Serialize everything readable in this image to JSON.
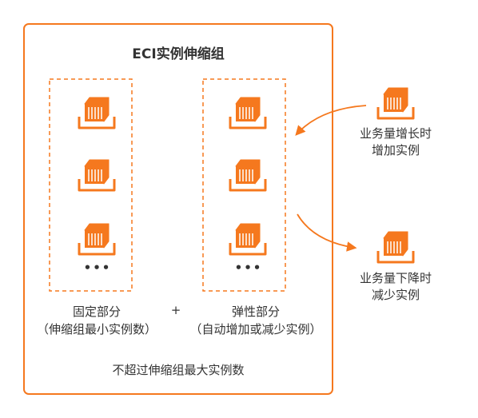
{
  "colors": {
    "accent": "#F5781E",
    "text": "#333333",
    "background": "#FFFFFF"
  },
  "diagram": {
    "title": "ECI实例伸缩组",
    "fixed_part": {
      "label": "固定部分",
      "note": "（伸缩组最小实例数）",
      "icon": "container-box-icon",
      "ellipsis": "•••"
    },
    "plus": "+",
    "elastic_part": {
      "label": "弹性部分",
      "note": "（自动增加或减少实例）",
      "icon": "container-box-icon",
      "ellipsis": "•••"
    },
    "max_note": "不超过伸缩组最大实例数",
    "scale_out": {
      "line1": "业务量增长时",
      "line2": "增加实例",
      "icon": "container-box-icon"
    },
    "scale_in": {
      "line1": "业务量下降时",
      "line2": "减少实例",
      "icon": "container-box-icon"
    }
  }
}
